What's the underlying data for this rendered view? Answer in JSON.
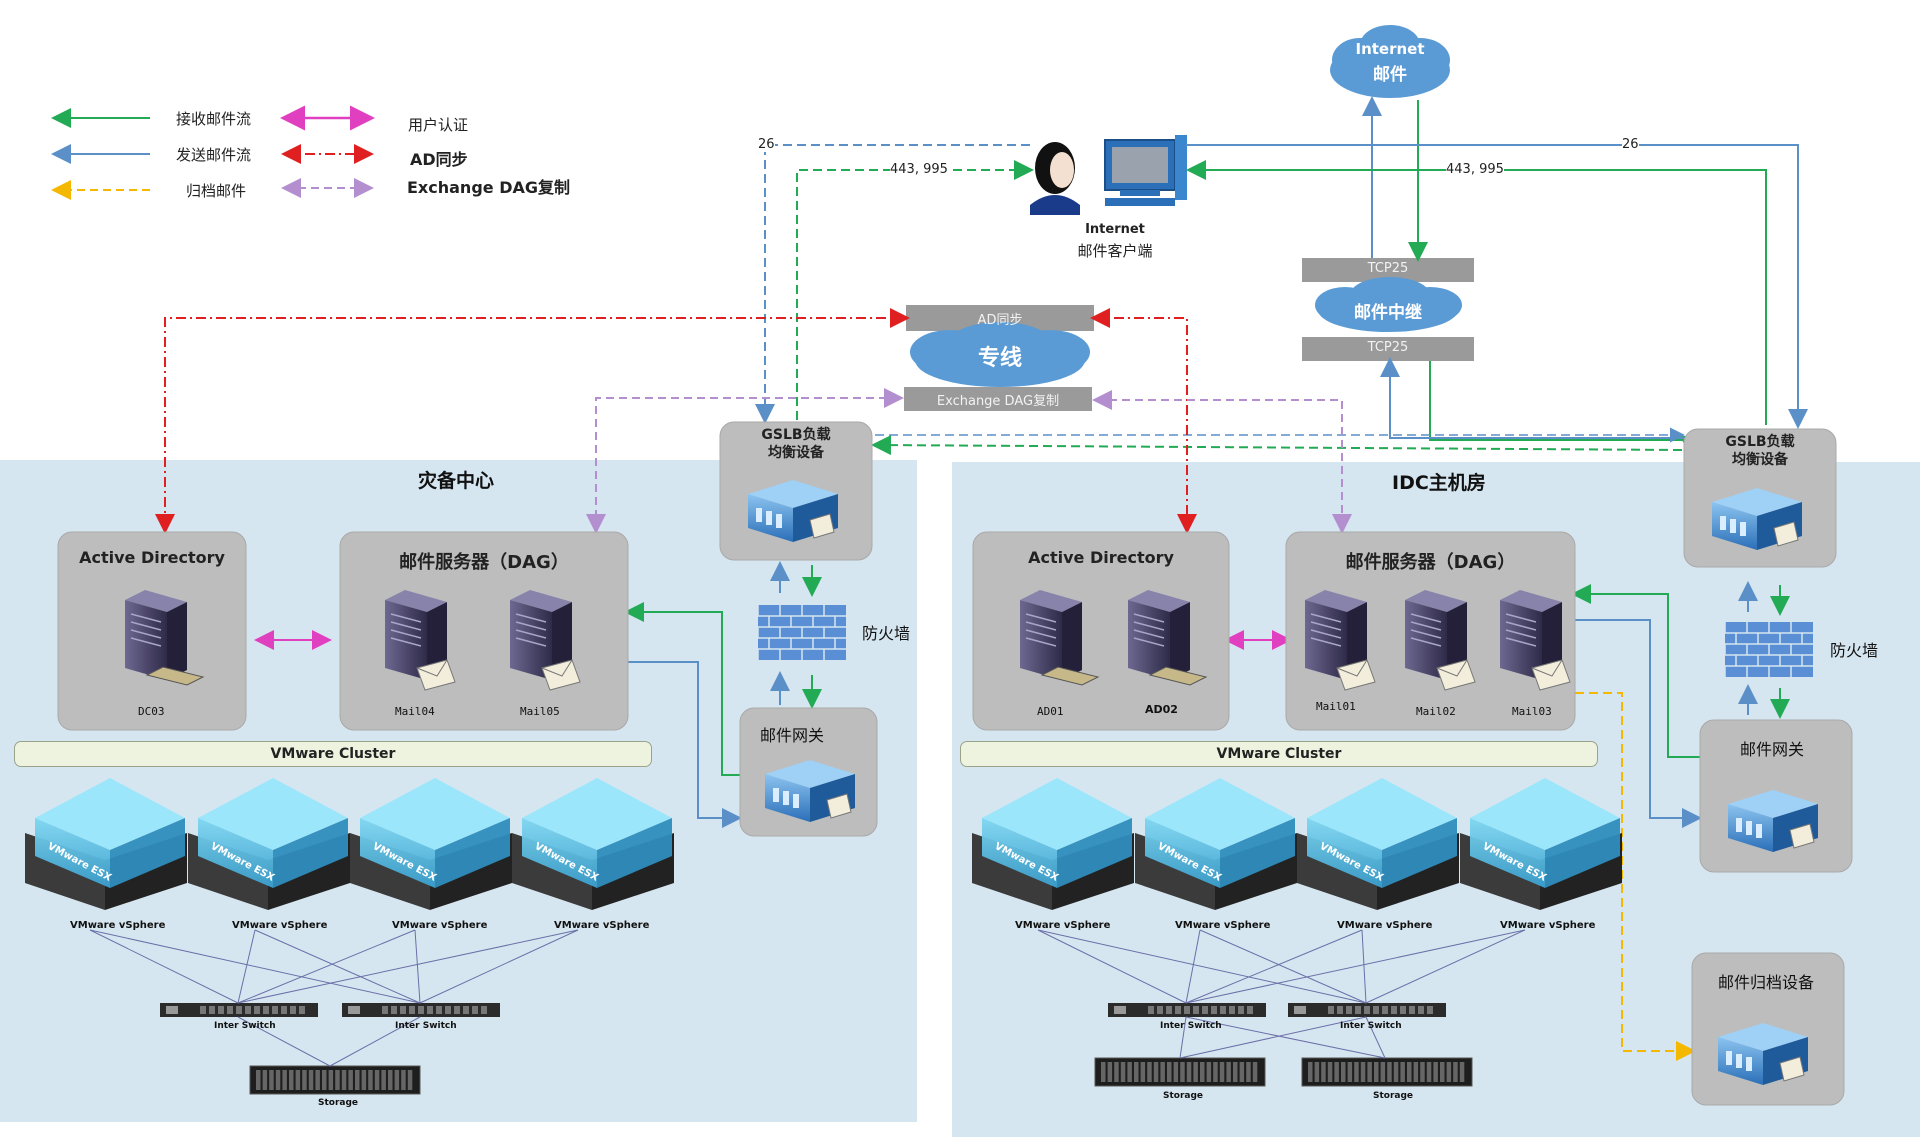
{
  "legend": {
    "receive_flow": "接收邮件流",
    "send_flow": "发送邮件流",
    "archive_mail": "归档邮件",
    "user_auth": "用户认证",
    "ad_sync": "AD同步",
    "dag_copy": "Exchange DAG复制"
  },
  "colors": {
    "receive": "#22aa55",
    "send": "#5b8fc7",
    "archive": "#f5b800",
    "auth": "#e040c0",
    "ad": "#e02020",
    "dag": "#b38fd0",
    "zone_bg": "#d6e6f0",
    "cloud": "#5b9bd5"
  },
  "internet": {
    "cloud_line1": "Internet",
    "cloud_line2": "邮件",
    "client_line1": "Internet",
    "client_line2": "邮件客户端"
  },
  "relay": {
    "top_band": "TCP25",
    "cloud": "邮件中继",
    "bottom_band": "TCP25"
  },
  "dedicated_line": {
    "ad_band": "AD同步",
    "cloud": "专线",
    "dag_band": "Exchange DAG复制"
  },
  "ports": {
    "left_26": "26",
    "left_443": "443, 995",
    "right_26": "26",
    "right_443": "443, 995"
  },
  "backup_site": {
    "title": "灾备中心",
    "ad_title": "Active Directory",
    "ad_servers": [
      "DC03"
    ],
    "mail_title": "邮件服务器（DAG）",
    "mail_servers": [
      "Mail04",
      "Mail05"
    ],
    "gslb": "GSLB负载\n均衡设备",
    "firewall": "防火墙",
    "gateway": "邮件网关",
    "cluster": "VMware Cluster",
    "hosts": [
      "VMware vSphere",
      "VMware vSphere",
      "VMware vSphere",
      "VMware vSphere"
    ],
    "esx": "VMware ESX",
    "switches": [
      "Inter Switch",
      "Inter Switch"
    ],
    "storage": [
      "Storage"
    ]
  },
  "main_site": {
    "title": "IDC主机房",
    "ad_title": "Active Directory",
    "ad_servers": [
      "AD01",
      "AD02"
    ],
    "mail_title": "邮件服务器（DAG）",
    "mail_servers": [
      "Mail01",
      "Mail02",
      "Mail03"
    ],
    "gslb": "GSLB负载\n均衡设备",
    "firewall": "防火墙",
    "gateway": "邮件网关",
    "archive": "邮件归档设备",
    "cluster": "VMware Cluster",
    "hosts": [
      "VMware vSphere",
      "VMware vSphere",
      "VMware vSphere",
      "VMware vSphere"
    ],
    "esx": "VMware ESX",
    "switches": [
      "Inter Switch",
      "Inter Switch"
    ],
    "storage": [
      "Storage",
      "Storage"
    ]
  }
}
